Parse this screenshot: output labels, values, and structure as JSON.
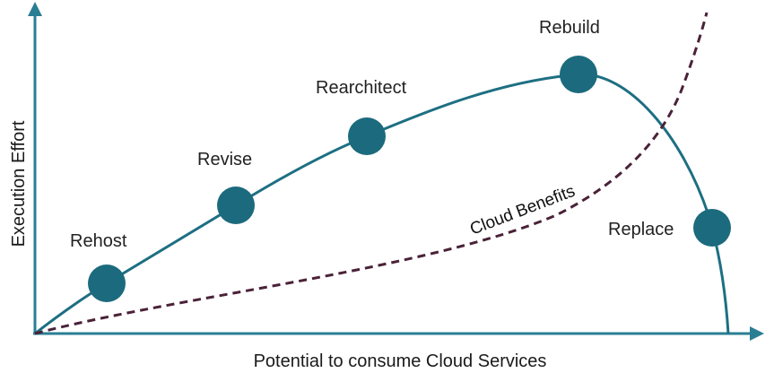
{
  "x_axis_label": "Potential to consume Cloud Services",
  "y_axis_label": "Execution Effort",
  "curve_label": "Cloud Benefits",
  "stages": [
    {
      "label": "Rehost"
    },
    {
      "label": "Revise"
    },
    {
      "label": "Rearchitect"
    },
    {
      "label": "Rebuild"
    },
    {
      "label": "Replace"
    }
  ],
  "colors": {
    "axis": "#2a7e94",
    "effort_curve": "#1d6f82",
    "stage_marker": "#1c6a7d",
    "benefits_curve": "#4a2238"
  }
}
